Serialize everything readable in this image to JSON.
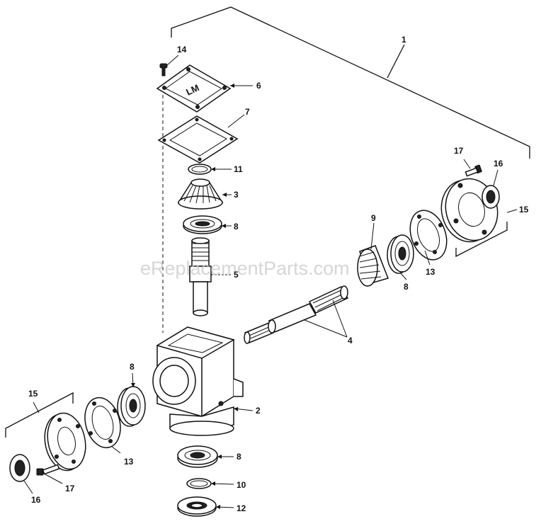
{
  "watermark": "eReplacementParts.com",
  "callouts": {
    "c1": "1",
    "c14": "14",
    "c6": "6",
    "c7": "7",
    "c11": "11",
    "c3": "3",
    "c8_top": "8",
    "c5": "5",
    "c17_right": "17",
    "c16_right": "16",
    "c15_right": "15",
    "c9": "9",
    "c8_right": "8",
    "c13_right": "13",
    "c4": "4",
    "c8_left": "8",
    "c2": "2",
    "c15_left": "15",
    "c13_left": "13",
    "c16_left": "16",
    "c17_left": "17",
    "c8_bottom": "8",
    "c10": "10",
    "c12": "12"
  }
}
